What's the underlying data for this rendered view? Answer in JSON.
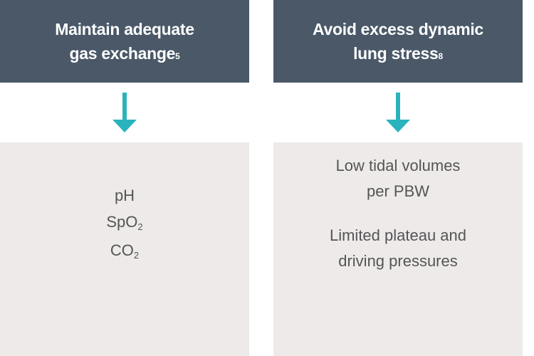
{
  "colors": {
    "header_bg": "#4a5868",
    "arrow": "#2bb3bd",
    "body_bg": "#eeeaea",
    "body_text": "#555555"
  },
  "columns": [
    {
      "title_line1": "Maintain adequate",
      "title_line2": "gas exchange",
      "title_ref": "5",
      "items": [
        {
          "main": "pH",
          "sub": ""
        },
        {
          "main": "SpO",
          "sub": "2"
        },
        {
          "main": "CO",
          "sub": "2"
        }
      ]
    },
    {
      "title_line1": "Avoid excess dynamic",
      "title_line2": "lung stress",
      "title_ref": "8",
      "items": [
        {
          "line1": "Low tidal volumes",
          "line2": "per PBW"
        },
        {
          "line1": "Limited plateau and",
          "line2": "driving pressures"
        }
      ]
    }
  ]
}
